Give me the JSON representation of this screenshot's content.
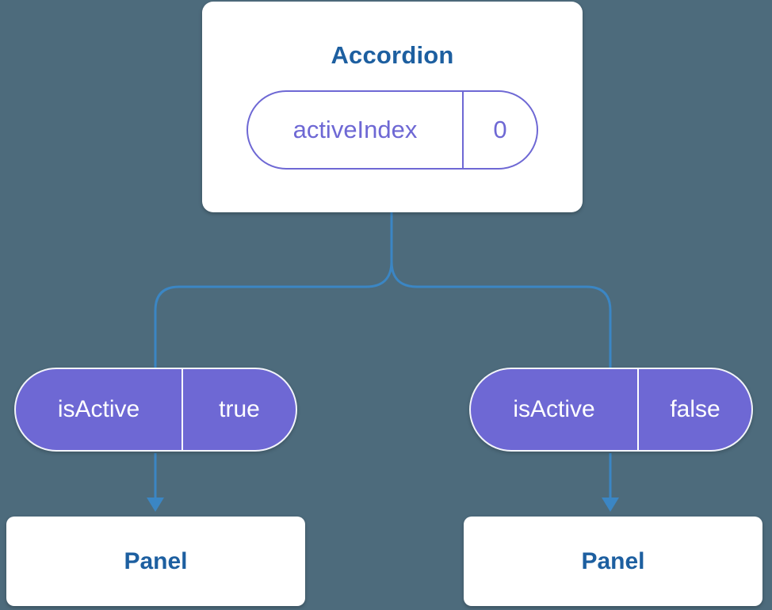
{
  "diagram": {
    "type": "component-tree",
    "description": "State lifted up: Accordion holds activeIndex and passes isActive props to two Panels"
  },
  "colors": {
    "background": "#4d6b7c",
    "card_background": "#ffffff",
    "title_text": "#1d5fa0",
    "purple_accent": "#6e68d4",
    "connector_blue": "#3b86c4"
  },
  "root": {
    "title": "Accordion",
    "state": {
      "name": "activeIndex",
      "value": "0"
    }
  },
  "children": [
    {
      "prop": {
        "name": "isActive",
        "value": "true"
      },
      "panel_label": "Panel"
    },
    {
      "prop": {
        "name": "isActive",
        "value": "false"
      },
      "panel_label": "Panel"
    }
  ]
}
